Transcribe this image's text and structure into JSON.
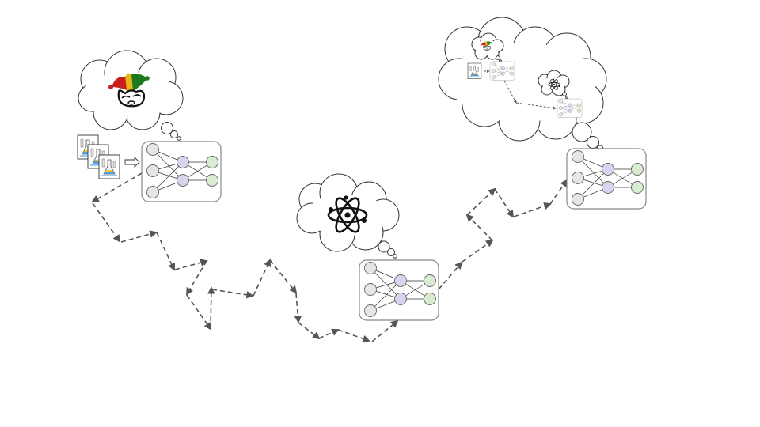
{
  "diagram": {
    "nodes": [
      {
        "id": "net-1",
        "kind": "neural-network",
        "layers": [
          3,
          2,
          2
        ]
      },
      {
        "id": "net-2",
        "kind": "neural-network",
        "layers": [
          3,
          2,
          2
        ]
      },
      {
        "id": "net-3",
        "kind": "neural-network",
        "layers": [
          3,
          2,
          2
        ]
      }
    ],
    "thoughts": [
      {
        "id": "thought-1",
        "content": "jester-hat-icon"
      },
      {
        "id": "thought-2",
        "content": "atom-icon"
      },
      {
        "id": "thought-3",
        "content": [
          "lab-flask-icon",
          "mini-network",
          "jester-hat-icon",
          "atom-icon"
        ]
      }
    ],
    "inputs": [
      {
        "id": "flask-cards",
        "content": "lab-flask-icon",
        "count": 3
      }
    ],
    "path": {
      "style": "dashed-arrows",
      "connects": [
        "net-1",
        "net-2",
        "net-3"
      ]
    },
    "colors": {
      "input_node": "#e6e6e6",
      "hidden_node": "#d9d4ee",
      "output_node": "#d8ecd2",
      "path": "#555555",
      "jester_red": "#c81e1e",
      "jester_yellow": "#e8b812",
      "jester_green": "#1f7a1f",
      "flask_blue": "#4aa3df",
      "flask_yellow": "#f2c530"
    }
  }
}
